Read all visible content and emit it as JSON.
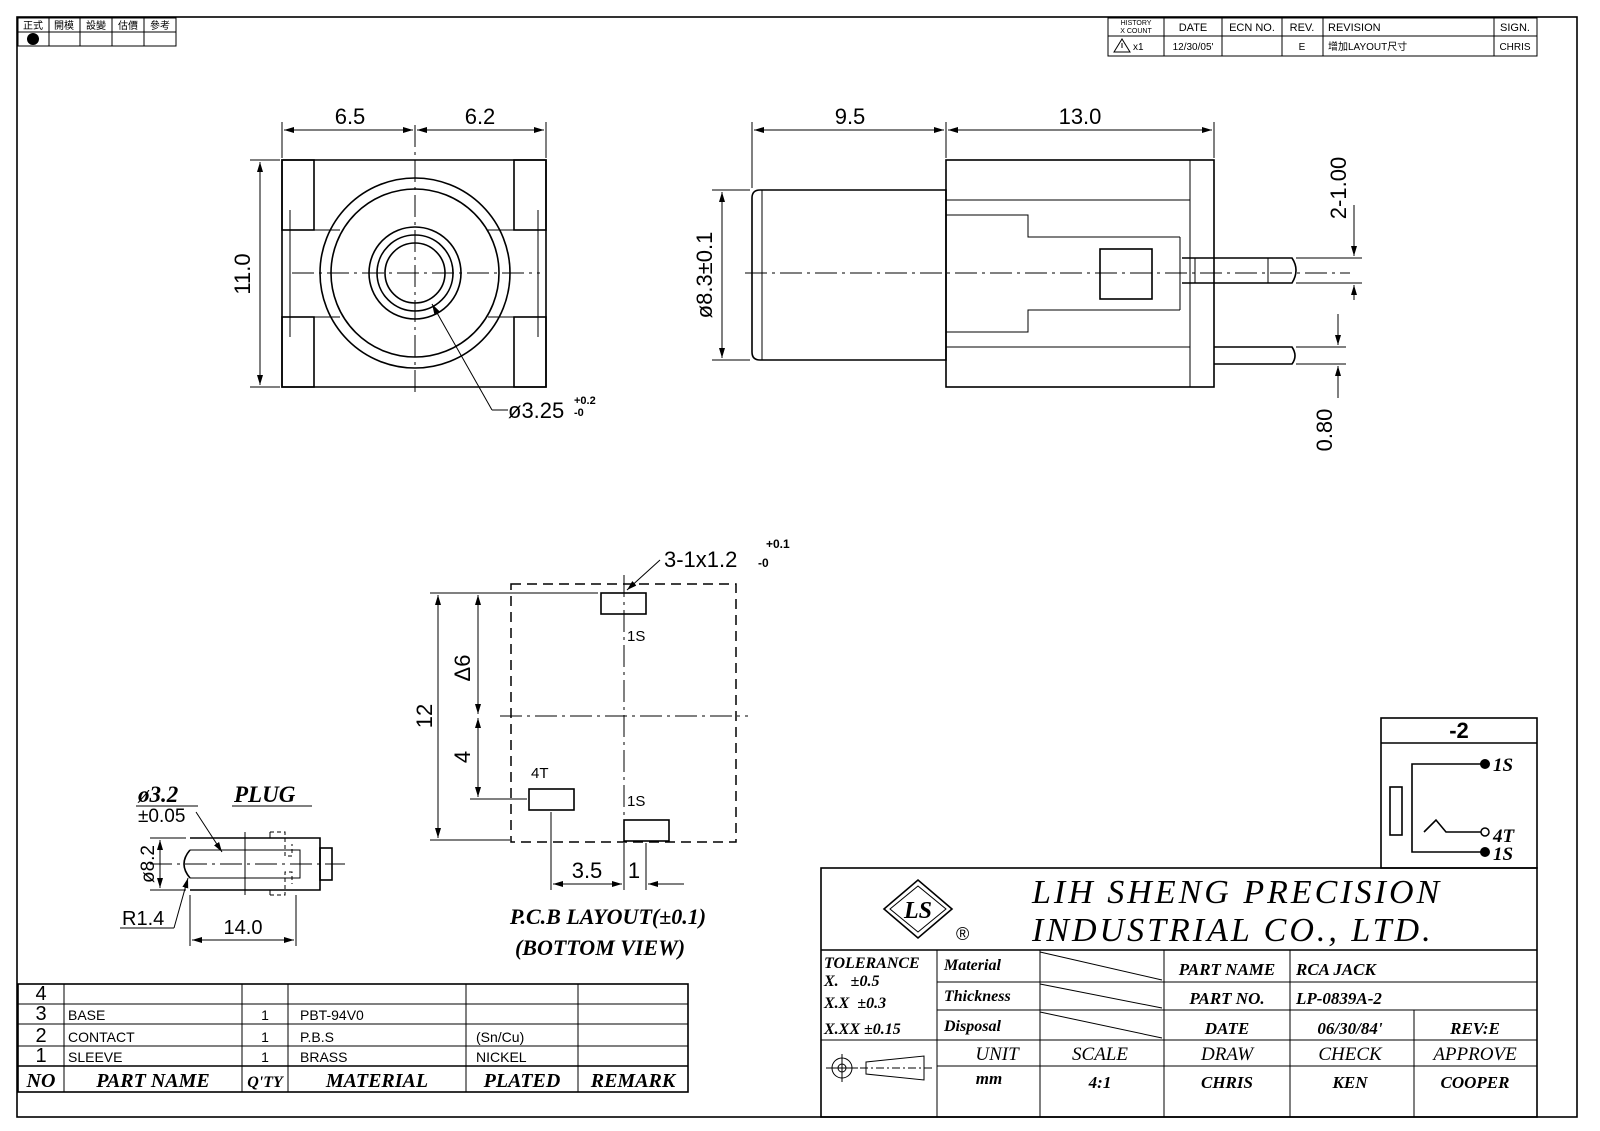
{
  "corner_box": {
    "headers": [
      "正式",
      "開模",
      "設變",
      "估價",
      "參考"
    ]
  },
  "revision_table": {
    "headers": {
      "history": "HISTORY",
      "xcount": "X COUNT",
      "date": "DATE",
      "ecn": "ECN NO.",
      "rev": "REV.",
      "revision": "REVISION",
      "sign": "SIGN."
    },
    "row": {
      "mark": "x1",
      "date": "12/30/05'",
      "ecn": "",
      "rev": "E",
      "revision": "增加LAYOUT尺寸",
      "sign": "CHRIS"
    }
  },
  "front_view": {
    "dim_left": "6.5",
    "dim_right": "6.2",
    "dim_height": "11.0",
    "hole": "ø3.25",
    "hole_tol_plus": "+0.2",
    "hole_tol_minus": "-0"
  },
  "side_view": {
    "dim_front": "9.5",
    "dim_body": "13.0",
    "dim_dia": "ø8.3±0.1",
    "dim_pin_spacing": "2-1.00",
    "dim_pin_thickness": "0.80"
  },
  "pcb_layout": {
    "slot_label": "3-1x1.2",
    "slot_tol_plus": "+0.1",
    "slot_tol_minus": "-0",
    "pad_1s_top": "1S",
    "pad_4t": "4T",
    "pad_1s_bottom": "1S",
    "dim_12": "12",
    "dim_6": "Δ6",
    "dim_4": "4",
    "dim_35": "3.5",
    "dim_1": "1",
    "caption1": "P.C.B LAYOUT(±0.1)",
    "caption2": "(BOTTOM VIEW)"
  },
  "plug": {
    "dia_label": "ø3.2",
    "dia_tol": "±0.05",
    "title": "PLUG",
    "dim_82": "ø8.2",
    "radius": "R1.4",
    "length": "14.0"
  },
  "schematic": {
    "title": "-2",
    "pin_1s_top": "1S",
    "pin_4t": "4T",
    "pin_1s_bottom": "1S"
  },
  "title_block": {
    "company_line1": "LIH SHENG PRECISION",
    "company_line2": "INDUSTRIAL CO., LTD.",
    "registered": "®",
    "tolerance_label": "TOLERANCE",
    "tol_x": "X.   ±0.5",
    "tol_xx": "X.X  ±0.3",
    "tol_xxx": "X.XX ±0.15",
    "material_label": "Material",
    "thickness_label": "Thickness",
    "disposal_label": "Disposal",
    "part_name_label": "PART NAME",
    "part_name_value": "RCA JACK",
    "part_no_label": "PART NO.",
    "part_no_value": "LP-0839A-2",
    "date_label": "DATE",
    "date_value": "06/30/84'",
    "rev_value": "REV:E",
    "unit_label": "UNIT",
    "unit_value": "mm",
    "scale_label": "SCALE",
    "scale_value": "4:1",
    "draw_label": "DRAW",
    "draw_value": "CHRIS",
    "check_label": "CHECK",
    "check_value": "KEN",
    "approve_label": "APPROVE",
    "approve_value": "COOPER"
  },
  "bom": {
    "headers": [
      "NO",
      "PART NAME",
      "Q'TY",
      "MATERIAL",
      "PLATED",
      "REMARK"
    ],
    "rows": [
      [
        "4",
        "",
        "",
        "",
        "",
        ""
      ],
      [
        "3",
        "BASE",
        "1",
        "PBT-94V0",
        "",
        ""
      ],
      [
        "2",
        "CONTACT",
        "1",
        "P.B.S",
        "(Sn/Cu)",
        ""
      ],
      [
        "1",
        "SLEEVE",
        "1",
        "BRASS",
        "NICKEL",
        ""
      ]
    ]
  }
}
